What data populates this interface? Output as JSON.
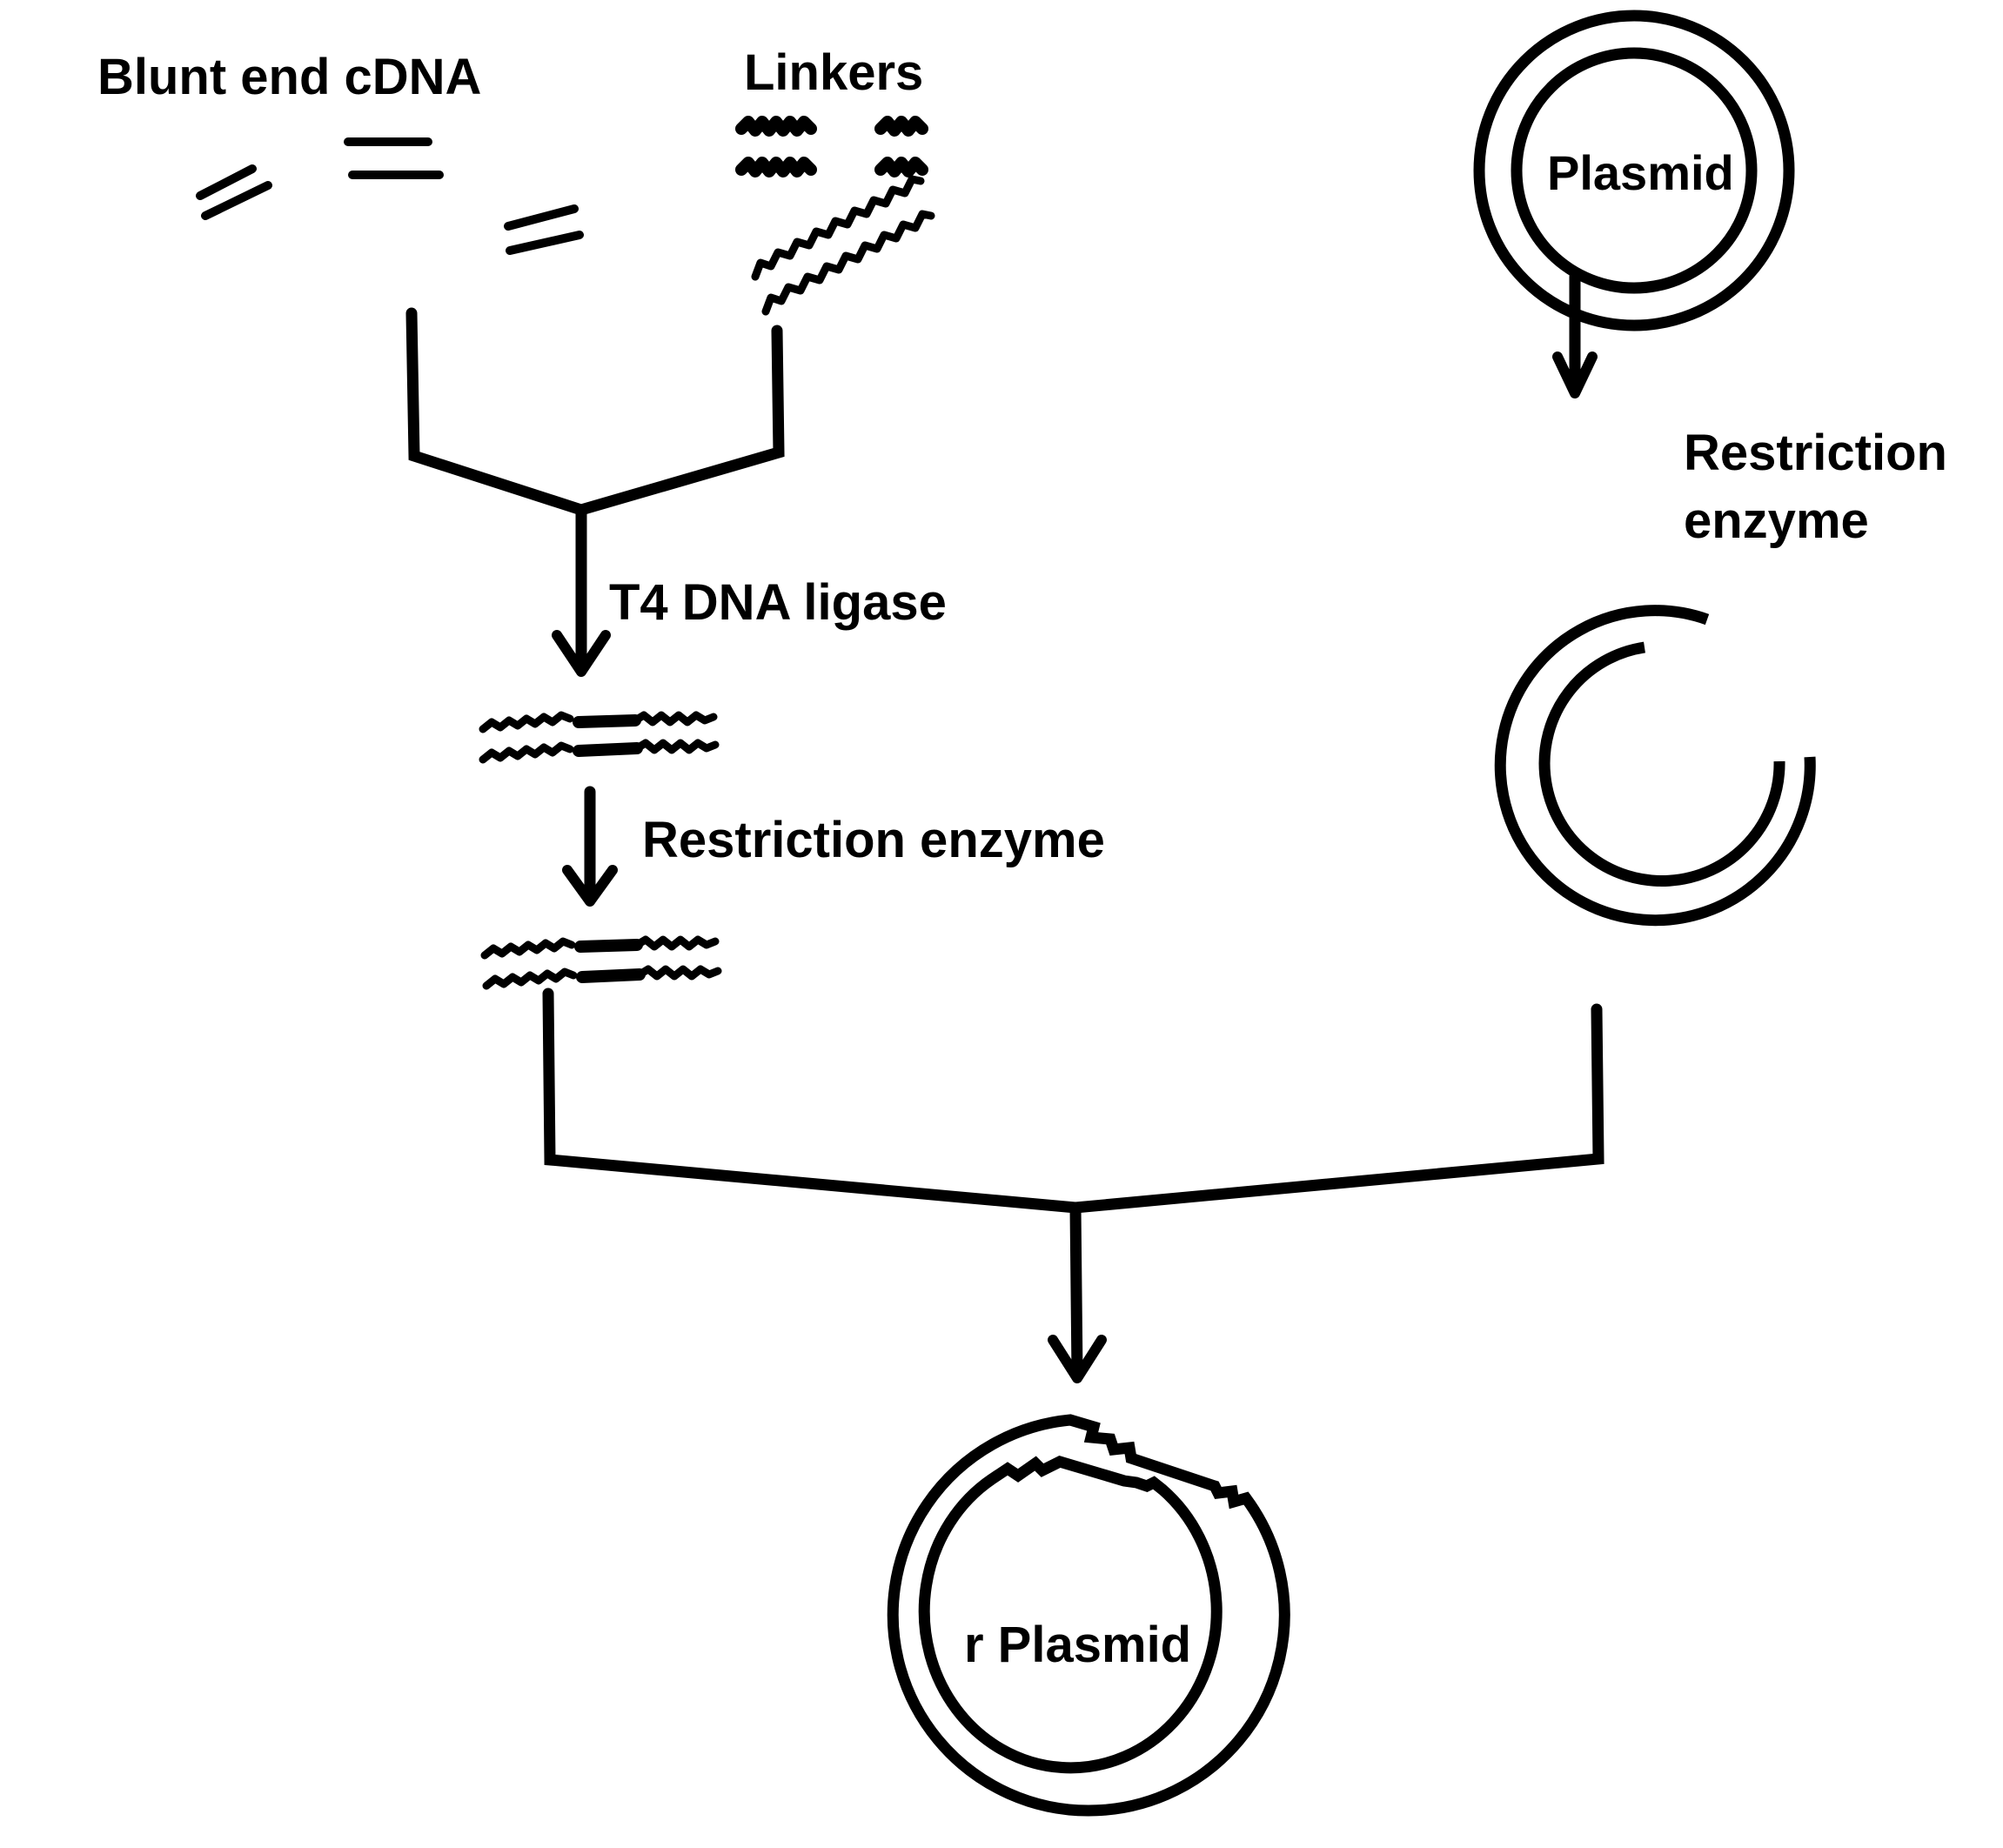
{
  "figure": {
    "title": "Cloning blunt-end cDNA into a plasmid using linkers",
    "labels": {
      "blunt_end_cdna": "Blunt end cDNA",
      "linkers": "Linkers",
      "plasmid": "Plasmid",
      "t4_dna_ligase": "T4 DNA ligase",
      "restriction_enzyme_left": "Restriction enzyme",
      "restriction_enzyme_right_line1": "Restriction",
      "restriction_enzyme_right_line2": "enzyme",
      "recombinant_plasmid": "r Plasmid"
    },
    "steps": [
      {
        "from": [
          "Blunt end cDNA",
          "Linkers"
        ],
        "via": "T4 DNA ligase",
        "to": "linker-ligated cDNA"
      },
      {
        "from": [
          "linker-ligated cDNA"
        ],
        "via": "Restriction enzyme",
        "to": "cDNA with sticky ends"
      },
      {
        "from": [
          "Plasmid"
        ],
        "via": "Restriction enzyme",
        "to": "linearized plasmid"
      },
      {
        "from": [
          "cDNA with sticky ends",
          "linearized plasmid"
        ],
        "via": "",
        "to": "r Plasmid"
      }
    ],
    "colors": {
      "ink": "#000000",
      "background": "#ffffff"
    }
  }
}
